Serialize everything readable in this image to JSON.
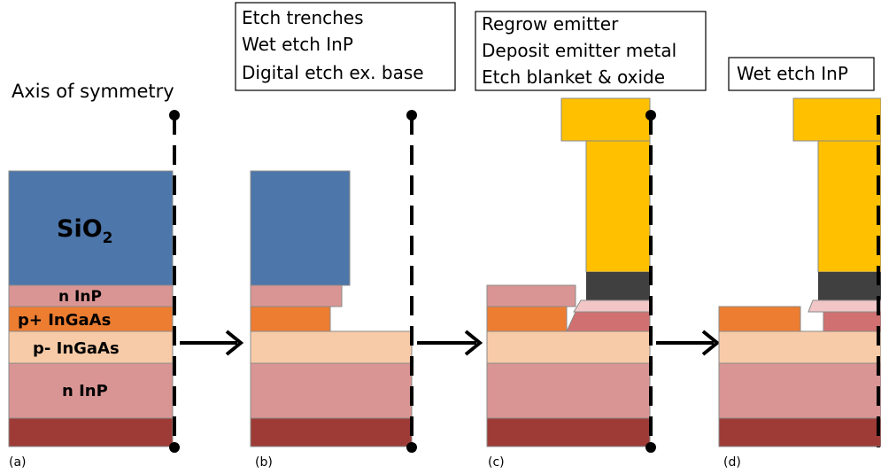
{
  "axis_label": "Axis of symmetry",
  "layers": {
    "sio2": "SiO",
    "sio2_sub": "2",
    "n_inp_top": "n InP",
    "p_plus_ingaas": "p+ InGaAs",
    "p_minus_ingaas": "p- InGaAs",
    "n_inp_bottom": "n InP"
  },
  "steps": {
    "b": [
      "Etch trenches",
      "Wet etch InP",
      "Digital etch ex. base"
    ],
    "c": [
      "Regrow emitter",
      "Deposit emitter metal",
      "Etch blanket & oxide"
    ],
    "d": [
      "Wet etch InP"
    ]
  },
  "panel_labels": [
    "(a)",
    "(b)",
    "(c)",
    "(d)"
  ],
  "colors": {
    "sio2": "#4d76aa",
    "n_inp": "#d99594",
    "p_plus": "#ed7d31",
    "p_minus": "#f8cba8",
    "substrate": "#9e3b36",
    "metal": "#ffc000",
    "contact": "#404040",
    "regrowth": "#d07070",
    "thin_layer": "#f2c6c6"
  }
}
